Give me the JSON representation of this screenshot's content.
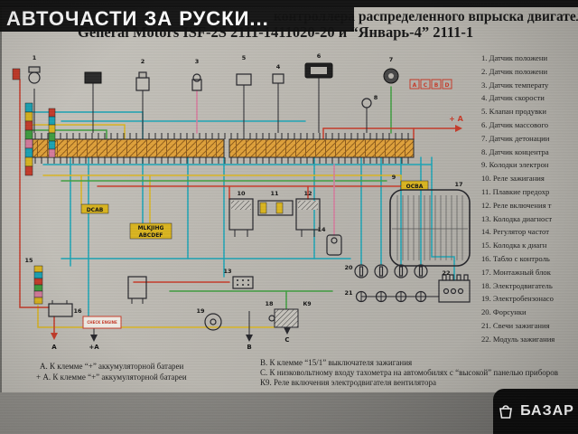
{
  "overlay": {
    "top_watermark": "АВТОЧАСТИ ЗА РУСКИ...",
    "brand": "БАЗАР"
  },
  "title": {
    "line1": "контроллера распределенного впрыска двигателя",
    "line2": "General Motors ISF-2S 2111-1411020-20 и “Январь-4” 2111-1"
  },
  "legend": {
    "items": [
      "1. Датчик положени",
      "2. Датчик положени",
      "3. Датчик температу",
      "4. Датчик скорости",
      "5. Клапан продувки",
      "6. Датчик массового",
      "7. Датчик детонации",
      "8. Датчик концентра",
      "9. Колодки электрон",
      "10. Реле зажигания",
      "11. Плавкие предохр",
      "12. Реле включения т",
      "13. Колодка диагност",
      "14. Регулятор частот",
      "15. Колодка к диагн",
      "16. Табло с контроль",
      "17. Монтажный блок",
      "18. Электродвигатель",
      "19. Электробензонасо",
      "20. Форсунки",
      "21. Свечи зажигания",
      "22. Модуль зажигания"
    ]
  },
  "notes": {
    "a1": "А. К клемме “+” аккумуляторной батареи",
    "a2": "+ А. К клемме “+” аккумуляторной батареи",
    "b": "В. К клемме “15/1” выключателя зажигания",
    "c": "С. К низковольтному входу тахометра на автомобилях с “высокой” панелью приборов",
    "k9": "К9. Реле включения электродвигателя вентилятора"
  },
  "diagram": {
    "labels": {
      "n1": "1",
      "n2": "2",
      "n3": "3",
      "n4": "4",
      "n5": "5",
      "n6": "6",
      "n7": "7",
      "n8": "8",
      "n9": "9",
      "n10": "10",
      "n11": "11",
      "n12": "12",
      "n13": "13",
      "n14": "14",
      "n15": "15",
      "n16": "16",
      "n17": "17",
      "n18": "18",
      "n19": "19",
      "n20": "20",
      "n21": "21",
      "n22": "22",
      "dcab": "DCAB",
      "mlk_row1": "MLKJIHG",
      "mlk_row2": "ABCDEF",
      "osva": "ОСВА",
      "acbd": [
        "А",
        "С",
        "В",
        "D"
      ],
      "plus_a_top": "+ А",
      "check_engine": "CHECK ENGINE",
      "k9": "К9",
      "arrow_a": "А",
      "arrow_plus_a": "+А",
      "arrow_b": "В",
      "arrow_c": "С"
    },
    "colors": {
      "cyan": "#1ba3b4",
      "red": "#c63b2a",
      "yellow": "#d9b420",
      "green": "#3f9d3f",
      "pink": "#d57b9c",
      "orange": "#dfa13a"
    }
  }
}
